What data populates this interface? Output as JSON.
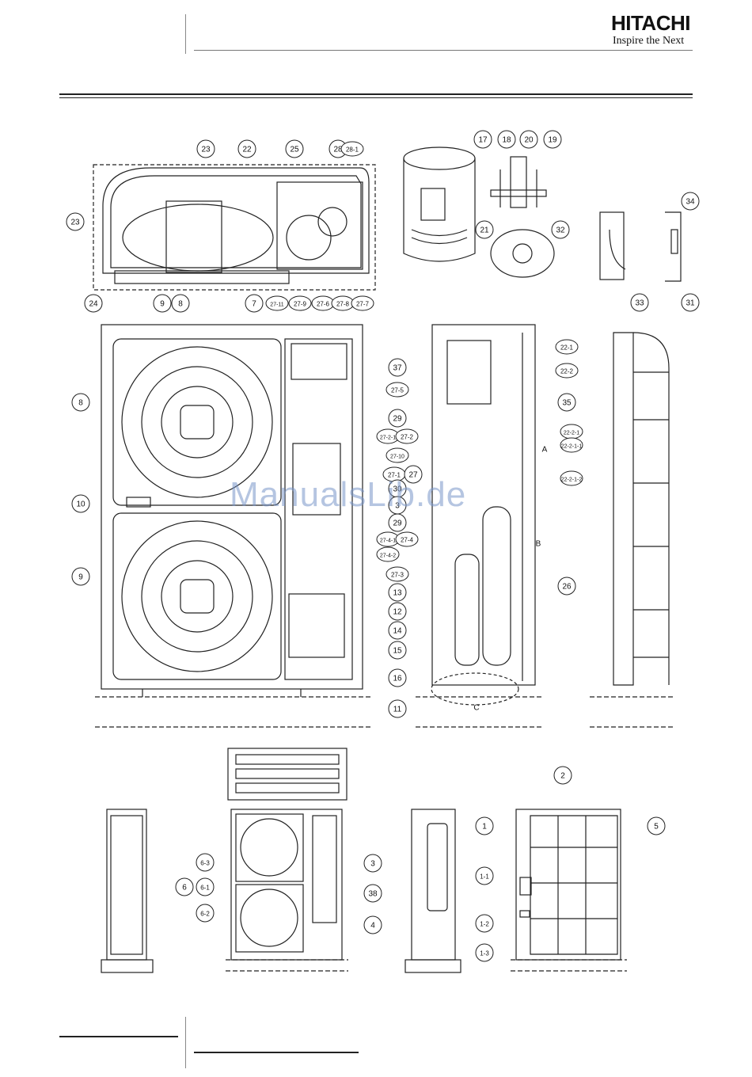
{
  "header": {
    "brand": "HITACHI",
    "tagline": "Inspire the Next"
  },
  "watermark": "ManualsLib.de",
  "callouts": {
    "top_left": [
      "23",
      "22",
      "25",
      "28",
      "28-1",
      "23",
      "24",
      "9",
      "8",
      "7",
      "27-11",
      "27-9",
      "27-6",
      "27-8",
      "27-7"
    ],
    "top_right": [
      "17",
      "18",
      "20",
      "19",
      "21",
      "32",
      "34",
      "33",
      "31"
    ],
    "front": [
      "8",
      "10",
      "9"
    ],
    "middle": [
      "37",
      "27-5",
      "29",
      "27-2-1",
      "27-2",
      "27-10",
      "27-1",
      "27",
      "30",
      "3",
      "29",
      "27-4-1",
      "27-4",
      "27-4-2",
      "27-3",
      "13",
      "12",
      "14",
      "15",
      "16",
      "11"
    ],
    "side": [
      "22-1",
      "35",
      "26"
    ],
    "side_right": [
      "22-2",
      "22-2-1",
      "22-2-1-1",
      "22-2-1-2"
    ],
    "detail_letters": [
      "A",
      "B",
      "C"
    ],
    "bottom": [
      "6-3",
      "6",
      "6-1",
      "6-2",
      "3",
      "38",
      "4",
      "2",
      "1",
      "5",
      "1-1",
      "1-2",
      "1-3"
    ]
  }
}
